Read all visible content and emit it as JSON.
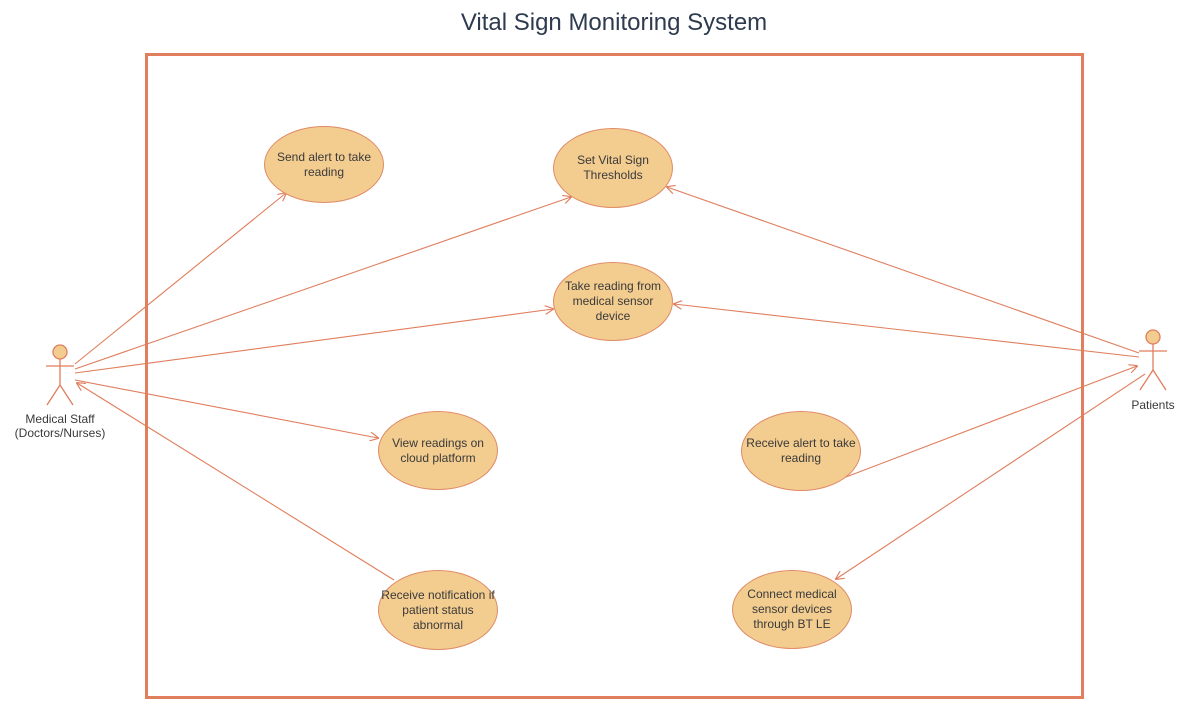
{
  "diagram": {
    "title": "Vital Sign Monitoring System",
    "colors": {
      "line": "#e07e5d",
      "ellipse_fill": "#f3cc8f",
      "boundary": "#e07e5d",
      "actor_fill": "#f3cc8f"
    },
    "actors": {
      "medical_staff": {
        "label_line1": "Medical Staff",
        "label_line2": "(Doctors/Nurses)"
      },
      "patients": {
        "label": "Patients"
      }
    },
    "use_cases": {
      "send_alert": "Send alert to take reading",
      "set_thresholds": "Set Vital Sign Thresholds",
      "take_reading": "Take reading from medical sensor device",
      "view_readings": "View readings on cloud platform",
      "receive_alert": "Receive alert to take reading",
      "receive_notification": "Receive notification if patient status abnormal",
      "connect_devices": "Connect medical sensor devices through BT LE"
    }
  }
}
